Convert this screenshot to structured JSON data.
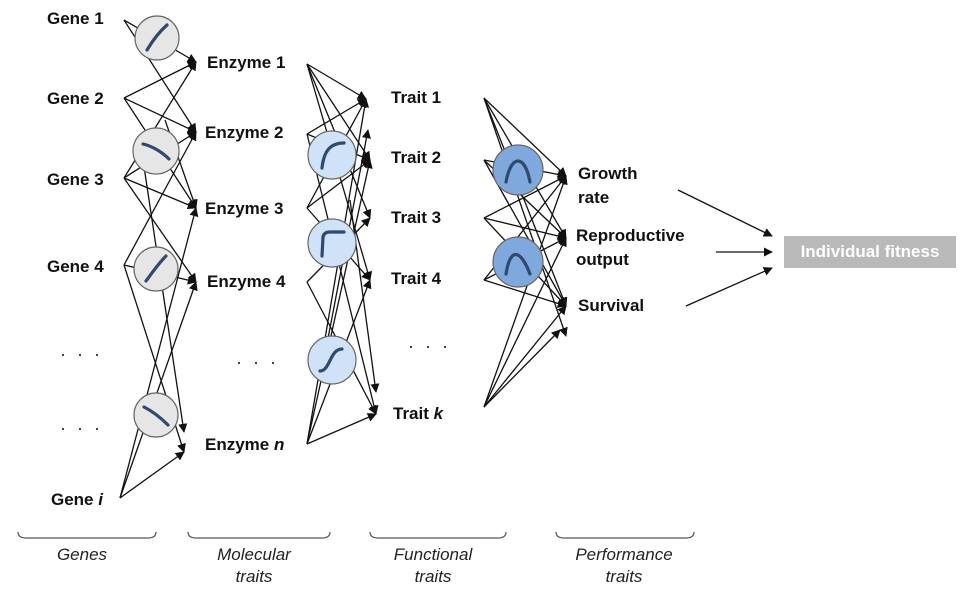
{
  "genes": [
    "Gene 1",
    "Gene 2",
    "Gene 3",
    "Gene 4"
  ],
  "gene_last": {
    "prefix": "Gene ",
    "var": "i"
  },
  "enzymes": [
    "Enzyme 1",
    "Enzyme 2",
    "Enzyme 3",
    "Enzyme 4"
  ],
  "enzyme_last": {
    "prefix": "Enzyme ",
    "var": "n"
  },
  "traits": [
    "Trait 1",
    "Trait 2",
    "Trait 3",
    "Trait 4"
  ],
  "trait_last": {
    "prefix": "Trait ",
    "var": "k"
  },
  "performance": {
    "growth_rate": [
      "Growth",
      "rate"
    ],
    "reproductive_output": [
      "Reproductive",
      "output"
    ],
    "survival": "Survival"
  },
  "fitness": "Individual fitness",
  "ellipsis": "· · ·",
  "categories": {
    "genes": [
      "Genes"
    ],
    "molecular": [
      "Molecular",
      "traits"
    ],
    "functional": [
      "Functional",
      "traits"
    ],
    "performance": [
      "Performance",
      "traits"
    ]
  },
  "colors": {
    "gene_circle": "#e6e6e6",
    "enzyme_circle": "#cfe2f7",
    "trait_circle": "#7fa9dc",
    "curve": "#2f4a6e",
    "fitness_box": "#b9b9b9"
  },
  "icons": [
    "linear-curve-icon",
    "concave-curve-icon",
    "saturating-curve-icon",
    "sigmoid-curve-icon",
    "hump-curve-icon",
    "decreasing-curve-icon"
  ]
}
